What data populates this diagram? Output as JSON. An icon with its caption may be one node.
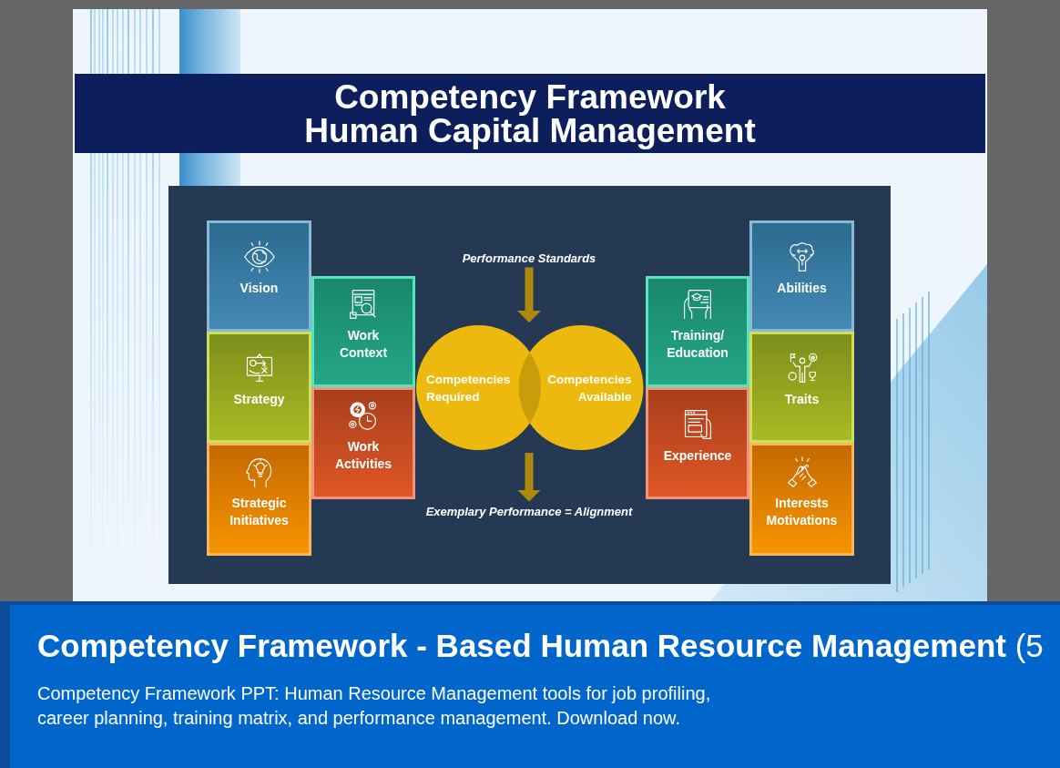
{
  "diagram": {
    "title": "Competency Framework Human Capital Management",
    "nodes": [
      {
        "text": [
          "Vision"
        ]
      },
      {
        "text": [
          "Strategy"
        ]
      },
      {
        "text": [
          "Strategic Initiatives"
        ]
      },
      {
        "text": [
          "Work Context"
        ]
      },
      {
        "text": [
          "Work Activities"
        ]
      },
      {
        "text": [
          "Performance Standards"
        ]
      },
      {
        "text": [
          "Competencies Required"
        ]
      },
      {
        "text": [
          "Competencies Available"
        ]
      },
      {
        "text": [
          "Exemplary Performance = Alignment"
        ]
      },
      {
        "text": [
          "Training/ Education"
        ]
      },
      {
        "text": [
          "Experience"
        ]
      },
      {
        "text": [
          "Abilities"
        ]
      },
      {
        "text": [
          "Traits"
        ]
      },
      {
        "text": [
          "Interests Motivations"
        ]
      }
    ],
    "edges": [
      {
        "from": 5,
        "to": 6,
        "arrow": "to"
      },
      {
        "from": 6,
        "to": 8,
        "arrow": "to"
      }
    ],
    "labels": [
      "**Competency Framework - Based Human Resource Management** (5",
      "Competency Framework PPT: Human Resource Management tools for job profiling, career planning, training matrix, and performance management. Download now."
    ]
  }
}
